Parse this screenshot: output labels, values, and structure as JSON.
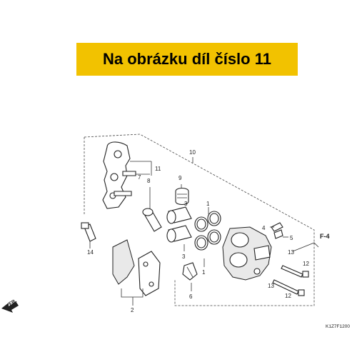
{
  "banner": {
    "text": "Na obrázku díl číslo 11",
    "color": "#f2c200"
  },
  "callouts": {
    "c1": "1",
    "c1b": "1",
    "c2": "2",
    "c3": "3",
    "c3b": "3",
    "c4": "4",
    "c5": "5",
    "c6": "6",
    "c7": "7",
    "c8": "8",
    "c9": "9",
    "c10": "10",
    "c11": "11",
    "c12": "12",
    "c12b": "12",
    "c13": "13",
    "c13b": "13",
    "c14": "14"
  },
  "direction_marker": "FR.",
  "reference": "F-4",
  "diagram_code": "K1Z7F1200"
}
